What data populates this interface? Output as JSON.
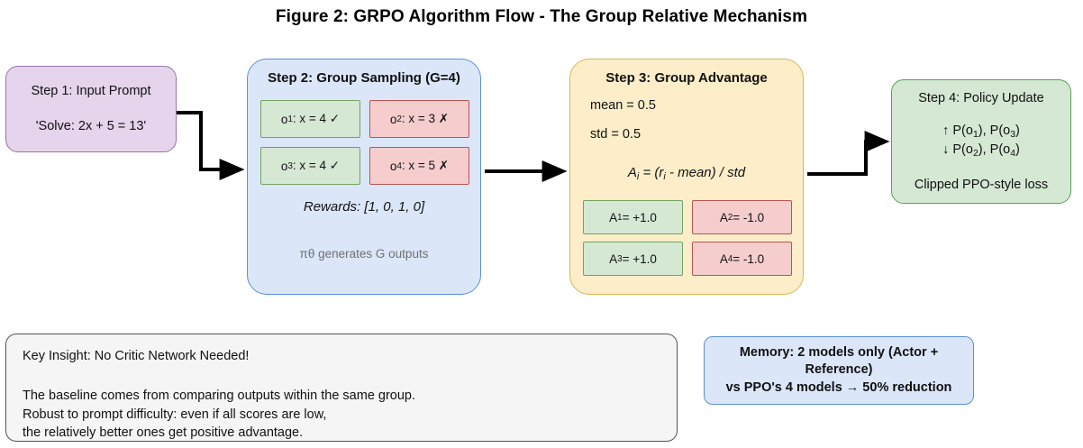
{
  "figure": {
    "title": "Figure 2: GRPO Algorithm Flow - The Group Relative Mechanism"
  },
  "colors": {
    "step1_fill": "#e5d4ec",
    "step1_stroke": "#9a73ad",
    "step2_fill": "#dbe7f9",
    "step2_stroke": "#5b8fd4",
    "step3_fill": "#fdeec9",
    "step3_stroke": "#d6b656",
    "step4_fill": "#d5e8d4",
    "step4_stroke": "#5a9e56",
    "good_fill": "#d5e8d4",
    "good_stroke": "#74a35f",
    "bad_fill": "#f5cdcd",
    "bad_stroke": "#b85450",
    "insight_fill": "#f5f5f5",
    "insight_stroke": "#555555",
    "arrow": "#000000"
  },
  "step1": {
    "title": "Step 1: Input Prompt",
    "prompt": "'Solve: 2x + 5 = 13'"
  },
  "step2": {
    "title": "Step 2: Group Sampling (G=4)",
    "outputs": [
      {
        "label": "o",
        "index": "1",
        "text": ": x = 4 ✓",
        "status": "good"
      },
      {
        "label": "o",
        "index": "2",
        "text": ": x = 3 ✗",
        "status": "bad"
      },
      {
        "label": "o",
        "index": "3",
        "text": ": x = 4 ✓",
        "status": "good"
      },
      {
        "label": "o",
        "index": "4",
        "text": ": x = 5 ✗",
        "status": "bad"
      }
    ],
    "rewards": "Rewards: [1, 0, 1, 0]",
    "note": "πθ generates G outputs"
  },
  "step3": {
    "title": "Step 3: Group Advantage",
    "mean": "mean = 0.5",
    "std": "std = 0.5",
    "formula_prefix": "A",
    "formula_sub1": "i",
    "formula_mid": " = (r",
    "formula_sub2": "i",
    "formula_suffix": " - mean) / std",
    "advantages": [
      {
        "label": "A",
        "index": "1",
        "text": " = +1.0",
        "status": "good"
      },
      {
        "label": "A",
        "index": "2",
        "text": " = -1.0",
        "status": "bad"
      },
      {
        "label": "A",
        "index": "3",
        "text": " = +1.0",
        "status": "good"
      },
      {
        "label": "A",
        "index": "4",
        "text": " = -1.0",
        "status": "bad"
      }
    ]
  },
  "step4": {
    "title": "Step 4: Policy Update",
    "increase_arrow": "↑",
    "increase_text_a": "P(o",
    "increase_sub_a": "1",
    "increase_text_b": "), P(o",
    "increase_sub_b": "3",
    "increase_tail": ")",
    "decrease_arrow": "↓",
    "decrease_text_a": "P(o",
    "decrease_sub_a": "2",
    "decrease_text_b": "), P(o",
    "decrease_sub_b": "4",
    "decrease_tail": ")",
    "loss": "Clipped PPO-style loss"
  },
  "insight": {
    "headline": "Key Insight: No Critic Network Needed!",
    "line1": "The baseline comes from comparing outputs within the same group.",
    "line2": "Robust to prompt difficulty: even if all scores are low,",
    "line3": "the relatively better ones get positive advantage."
  },
  "memory": {
    "line1": "Memory: 2 models only (Actor +",
    "line2": "Reference)",
    "line3": "vs PPO's 4 models → 50% reduction"
  }
}
